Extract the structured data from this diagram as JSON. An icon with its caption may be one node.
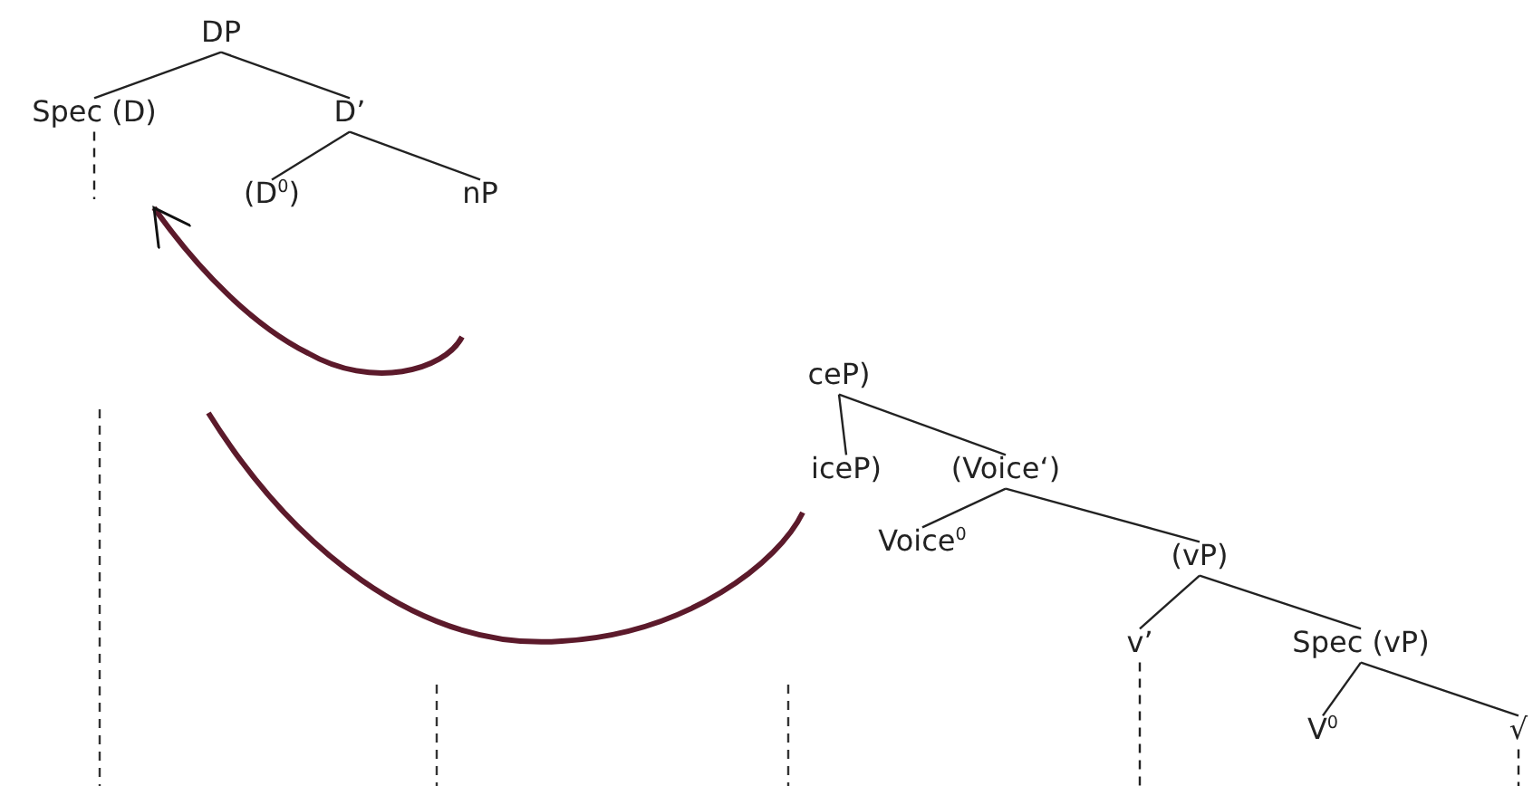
{
  "diagram": {
    "nodes": [
      {
        "text": [
          "DP"
        ]
      },
      {
        "text": [
          "Spec (D)"
        ]
      },
      {
        "text": [
          "D’"
        ]
      },
      {
        "text": [
          "(D$^{0}$)"
        ]
      },
      {
        "text": [
          "nP"
        ]
      },
      {
        "text": [
          "ceP)"
        ]
      },
      {
        "text": [
          "iceP)"
        ]
      },
      {
        "text": [
          "(Voice‘)"
        ]
      },
      {
        "text": [
          "Voice$^{0}$"
        ]
      },
      {
        "text": [
          "(vP)"
        ]
      },
      {
        "text": [
          "v’"
        ]
      },
      {
        "text": [
          "Spec (vP)"
        ]
      },
      {
        "text": [
          "V$^{0}$"
        ]
      },
      {
        "text": [
          "√"
        ]
      }
    ],
    "edges": [
      {
        "from": 0,
        "to": 1,
        "arrow": "none"
      },
      {
        "from": 0,
        "to": 2,
        "arrow": "none"
      },
      {
        "from": 2,
        "to": 3,
        "arrow": "none"
      },
      {
        "from": 2,
        "to": 4,
        "arrow": "none"
      },
      {
        "from": 5,
        "to": 6,
        "arrow": "none"
      },
      {
        "from": 5,
        "to": 7,
        "arrow": "none"
      },
      {
        "from": 7,
        "to": 8,
        "arrow": "none"
      },
      {
        "from": 7,
        "to": 9,
        "arrow": "none"
      },
      {
        "from": 9,
        "to": 10,
        "arrow": "none"
      },
      {
        "from": 9,
        "to": 11,
        "arrow": "none"
      },
      {
        "from": 11,
        "to": 12,
        "arrow": "none"
      },
      {
        "from": 11,
        "to": 13,
        "arrow": "none"
      },
      {
        "from": 1,
        "to": null,
        "arrow": "none",
        "style": "dashed"
      },
      {
        "from": 10,
        "to": null,
        "arrow": "none",
        "style": "dashed"
      },
      {
        "from": 13,
        "to": null,
        "arrow": "none",
        "style": "dashed"
      },
      {
        "from": null,
        "to": 1,
        "arrow": "to",
        "style": "thick",
        "color": "#5c1a2b"
      }
    ]
  }
}
